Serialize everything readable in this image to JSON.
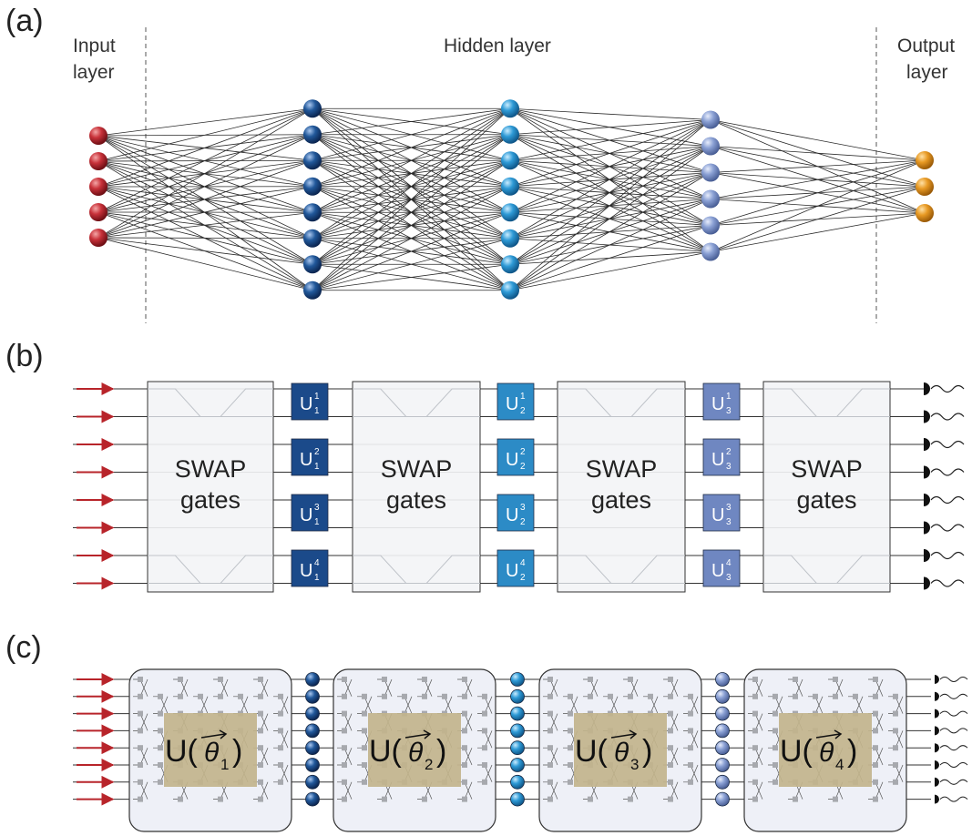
{
  "panel_a": {
    "label": "(a)",
    "input_label_1": "Input",
    "input_label_2": "layer",
    "hidden_label": "Hidden layer",
    "output_label_1": "Output",
    "output_label_2": "layer",
    "layer_sizes": [
      5,
      8,
      8,
      6,
      3
    ],
    "node_colors": [
      "#b8242a",
      "#1d4f8c",
      "#2b8cc8",
      "#7f95c9",
      "#e0961e"
    ]
  },
  "panel_b": {
    "label": "(b)",
    "swap_label_1": "SWAP",
    "swap_label_2": "gates",
    "gate_letter": "U",
    "gate_columns": [
      {
        "sub": "1",
        "sups": [
          "1",
          "2",
          "3",
          "4"
        ],
        "color": "#1b4a8a"
      },
      {
        "sub": "2",
        "sups": [
          "1",
          "2",
          "3",
          "4"
        ],
        "color": "#2c8bc6"
      },
      {
        "sub": "3",
        "sups": [
          "1",
          "2",
          "3",
          "4"
        ],
        "color": "#6f87c1"
      }
    ],
    "mode_count": 8,
    "arrow_color": "#b8242a"
  },
  "panel_c": {
    "label": "(c)",
    "unitaries": [
      {
        "prefix": "U(",
        "theta": "θ",
        "sub": "1",
        "suffix": ")"
      },
      {
        "prefix": "U(",
        "theta": "θ",
        "sub": "2",
        "suffix": ")"
      },
      {
        "prefix": "U(",
        "theta": "θ",
        "sub": "3",
        "suffix": ")"
      },
      {
        "prefix": "U(",
        "theta": "θ",
        "sub": "4",
        "suffix": ")"
      }
    ],
    "mode_count": 8,
    "node_colors": [
      "#1b4a8a",
      "#2c8bc6",
      "#7f95c9"
    ],
    "block_fill": "#eef0f7",
    "core_fill": "#c2b48c"
  }
}
